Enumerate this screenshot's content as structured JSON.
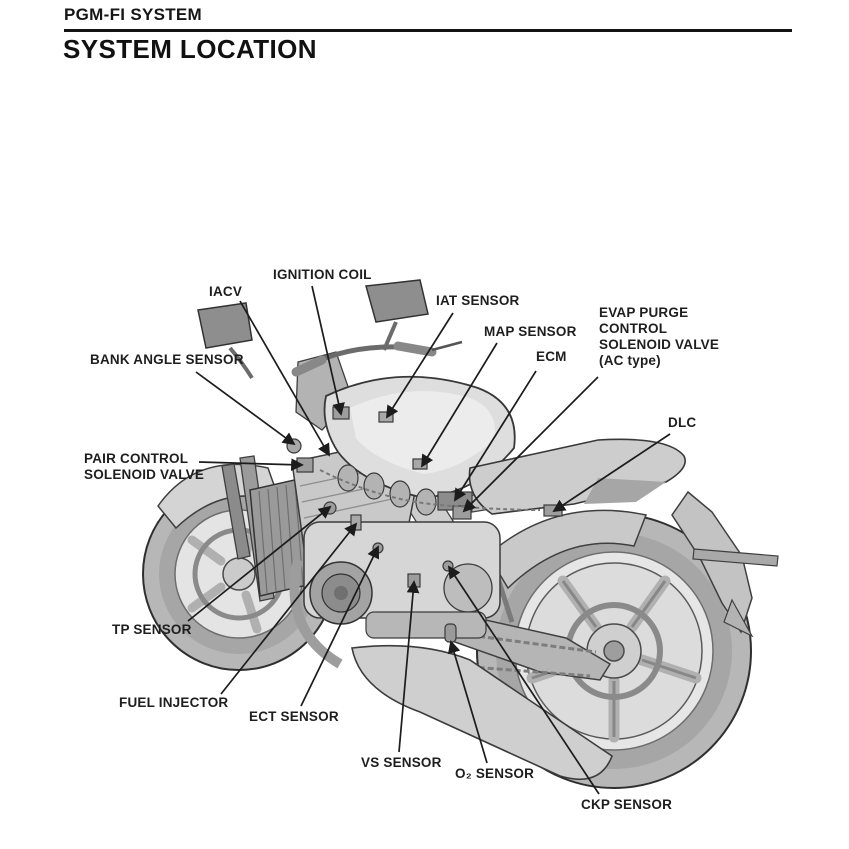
{
  "page": {
    "header": "PGM-FI SYSTEM",
    "title": "SYSTEM LOCATION"
  },
  "colors": {
    "ink": "#1a1a1a",
    "paper": "#ffffff"
  },
  "diagram": {
    "labels": [
      {
        "id": "bank-angle-sensor",
        "text": "BANK ANGLE SENSOR"
      },
      {
        "id": "iacv",
        "text": "IACV"
      },
      {
        "id": "ignition-coil",
        "text": "IGNITION COIL"
      },
      {
        "id": "iat-sensor",
        "text": "IAT SENSOR"
      },
      {
        "id": "map-sensor",
        "text": "MAP SENSOR"
      },
      {
        "id": "ecm",
        "text": "ECM"
      },
      {
        "id": "evap-purge-control-solenoid-valve",
        "text": "EVAP PURGE\nCONTROL\nSOLENOID VALVE\n(AC type)"
      },
      {
        "id": "dlc",
        "text": "DLC"
      },
      {
        "id": "pair-control-solenoid-valve",
        "text": "PAIR CONTROL\nSOLENOID VALVE"
      },
      {
        "id": "tp-sensor",
        "text": "TP SENSOR"
      },
      {
        "id": "fuel-injector",
        "text": "FUEL INJECTOR"
      },
      {
        "id": "ect-sensor",
        "text": "ECT SENSOR"
      },
      {
        "id": "vs-sensor",
        "text": "VS SENSOR"
      },
      {
        "id": "o2-sensor",
        "text": "O₂ SENSOR"
      },
      {
        "id": "ckp-sensor",
        "text": "CKP SENSOR"
      }
    ]
  }
}
